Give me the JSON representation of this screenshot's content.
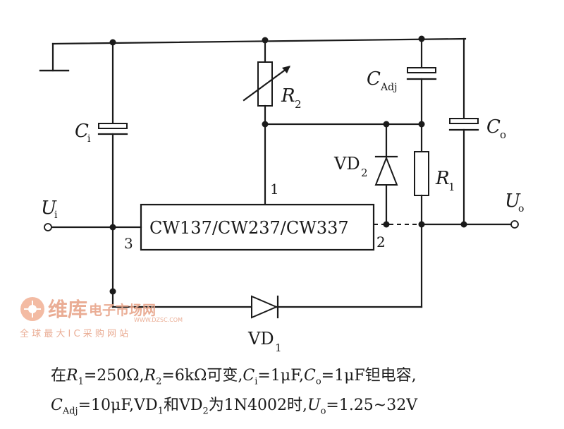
{
  "diagram": {
    "ic": {
      "label": "CW137/CW237/CW337",
      "pin_adj": "1",
      "pin_in": "3",
      "pin_out": "2"
    },
    "input": {
      "label": "U",
      "sub": "i"
    },
    "output": {
      "label": "U",
      "sub": "o"
    },
    "r2": {
      "label": "R",
      "sub": "2"
    },
    "r1": {
      "label": "R",
      "sub": "1"
    },
    "ci": {
      "label": "C",
      "sub": "i"
    },
    "co": {
      "label": "C",
      "sub": "o"
    },
    "cadj": {
      "label": "C",
      "sub": "Adj"
    },
    "vd2": {
      "label": "VD",
      "sub": "2"
    },
    "vd1": {
      "label": "VD",
      "sub": "1"
    }
  },
  "watermark": {
    "brand": "维库",
    "brand_tail": "电子市场网",
    "url": "WWW.DZSC.COM",
    "slogan": "全 球 最 大 I C 采 购 网 站"
  },
  "caption": {
    "line1": {
      "p1": "在",
      "r1": "R",
      "r1_sub": "1",
      "p2": "=250Ω,",
      "r2": "R",
      "r2_sub": "2",
      "p3": "=6kΩ可变,",
      "ci": "C",
      "ci_sub": "i",
      "p4": "=1μF,",
      "co": "C",
      "co_sub": "o",
      "p5": "=1μF钽电容,"
    },
    "line2": {
      "cadj": "C",
      "cadj_sub": "Adj",
      "p1": "=10μF,VD",
      "vd1_sub": "1",
      "p2": "和VD",
      "vd2_sub": "2",
      "p3": "为1N4002时,",
      "uo": "U",
      "uo_sub": "o",
      "p4": "=1.25~32V"
    }
  }
}
